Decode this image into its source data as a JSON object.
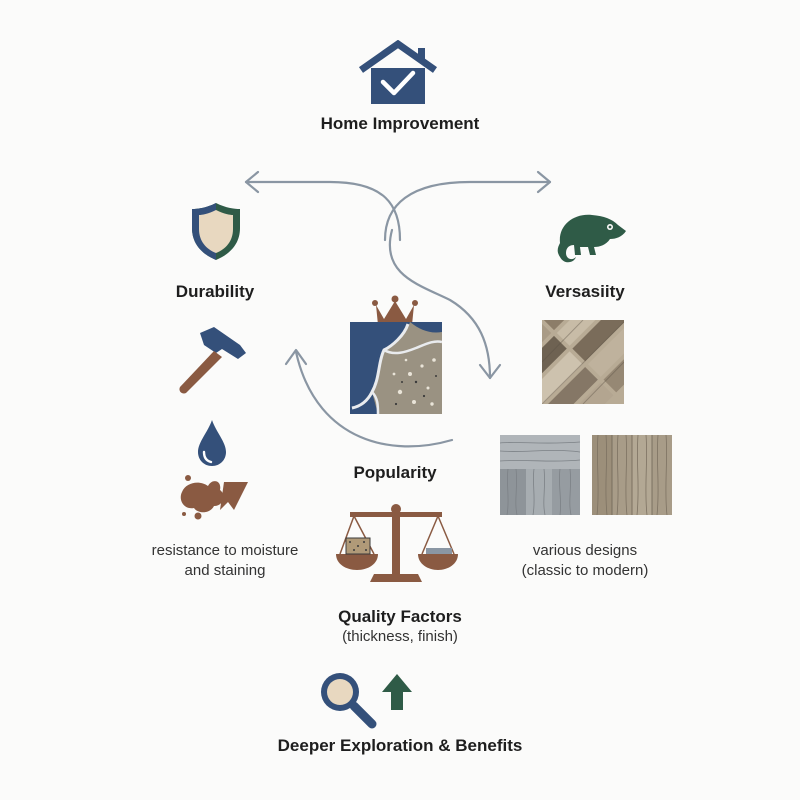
{
  "center": {
    "title": "Home Improvement"
  },
  "left": {
    "title": "Durability",
    "description_line1": "resistance to moisture",
    "description_line2": "and staining"
  },
  "right": {
    "title": "Versasiity",
    "description_line1": "various designs",
    "description_line2": "(classic to modern)"
  },
  "middle": {
    "title": "Popularity"
  },
  "quality": {
    "title": "Quality Factors",
    "subtitle": "(thickness, finish)"
  },
  "bottom": {
    "title": "Deeper Exploration & Benefits"
  },
  "colors": {
    "navy": "#34507a",
    "green": "#2f5b47",
    "brown": "#8a5a42",
    "arrow": "#8a96a3",
    "beige": "#e8d8c0"
  },
  "icons": [
    "house-check-icon",
    "shield-icon",
    "chameleon-icon",
    "hammer-icon",
    "water-drop-icon",
    "stain-icon",
    "crown-icon",
    "stone-tile-icon",
    "herringbone-tile-icon",
    "grey-wood-tile-icon",
    "oak-wood-tile-icon",
    "balance-scale-icon",
    "magnifier-icon",
    "up-arrow-icon"
  ]
}
